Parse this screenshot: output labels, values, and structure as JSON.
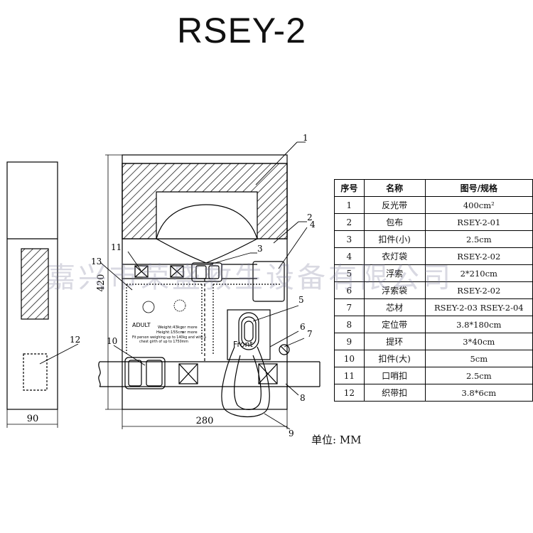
{
  "title": "RSEY-2",
  "unit_label": "单位: MM",
  "watermark": "嘉兴市荣盛救生设备有限公司",
  "dimensions": {
    "width_side": "90",
    "width_front": "280",
    "height": "420"
  },
  "callouts": [
    "1",
    "2",
    "3",
    "4",
    "5",
    "6",
    "7",
    "8",
    "9",
    "10",
    "11",
    "12",
    "13"
  ],
  "panel_label": {
    "adult": "ADULT",
    "weight": "Weight:43kg",
    "or_more_1": "or more",
    "height": "Height:155cm",
    "or_more_2": "or more",
    "fit_line_1": "Fit person weighing up to 140kg and with a",
    "fit_line_2": "chest girth of up to 1750mm",
    "front": "Front"
  },
  "table": {
    "headers": [
      "序号",
      "名称",
      "图号/规格"
    ],
    "rows": [
      {
        "no": "1",
        "name": "反光带",
        "spec": "400cm²"
      },
      {
        "no": "2",
        "name": "包布",
        "spec": "RSEY-2-01"
      },
      {
        "no": "3",
        "name": "扣件(小)",
        "spec": "2.5cm"
      },
      {
        "no": "4",
        "name": "衣灯袋",
        "spec": "RSEY-2-02"
      },
      {
        "no": "5",
        "name": "浮索",
        "spec": "2*210cm"
      },
      {
        "no": "6",
        "name": "浮索袋",
        "spec": "RSEY-2-02"
      },
      {
        "no": "7",
        "name": "芯材",
        "spec": "RSEY-2-03   RSEY-2-04"
      },
      {
        "no": "8",
        "name": "定位带",
        "spec": "3.8*180cm"
      },
      {
        "no": "9",
        "name": "提环",
        "spec": "3*40cm"
      },
      {
        "no": "10",
        "name": "扣件(大)",
        "spec": "5cm"
      },
      {
        "no": "11",
        "name": "口哨扣",
        "spec": "2.5cm"
      },
      {
        "no": "12",
        "name": "织带扣",
        "spec": "3.8*6cm"
      }
    ]
  }
}
